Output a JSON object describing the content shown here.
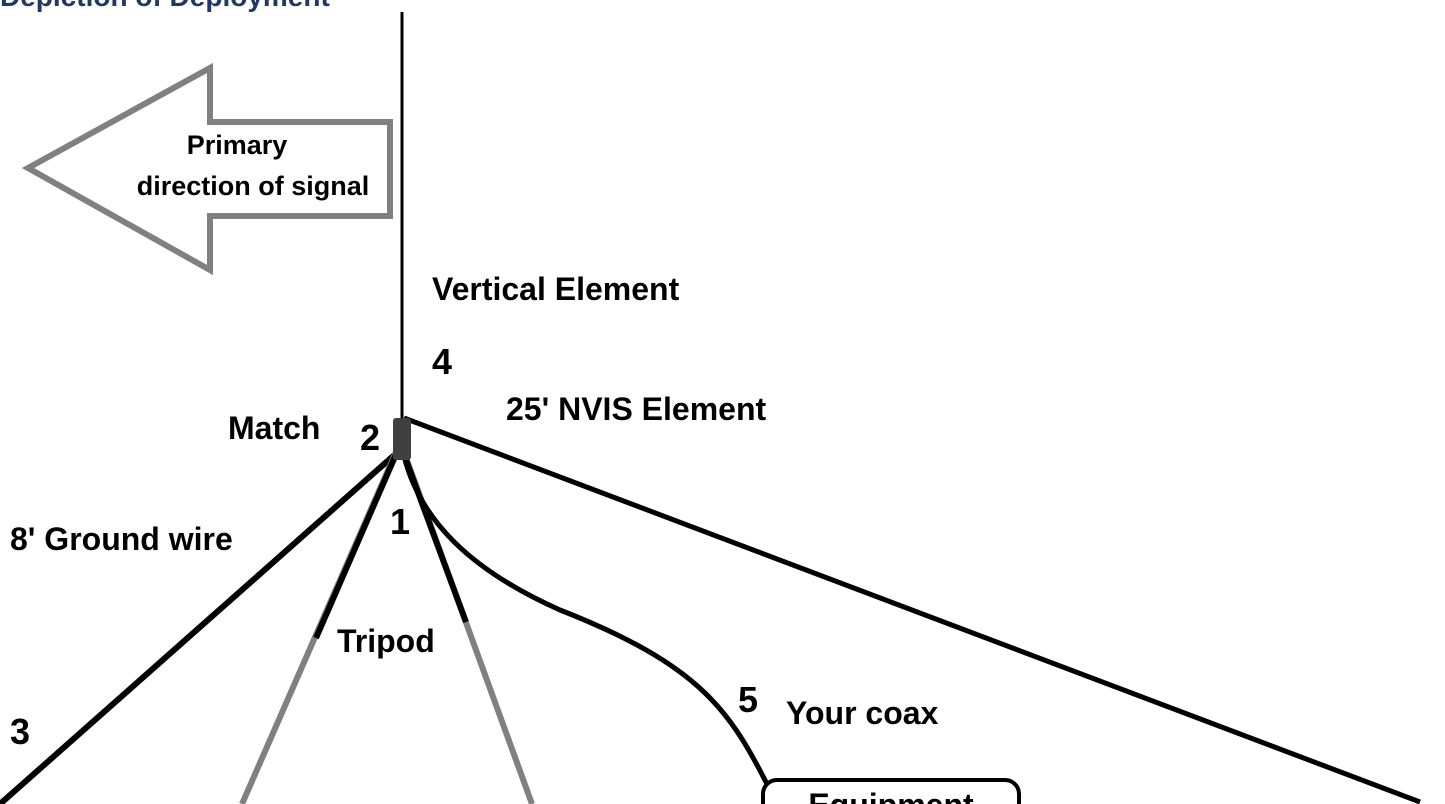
{
  "title": "Depiction of Deployment",
  "arrow": {
    "line1": "Primary",
    "line2": "direction of signal"
  },
  "labels": {
    "vertical_element": "Vertical Element",
    "num_4": "4",
    "nvis_element": "25' NVIS Element",
    "match": "Match",
    "num_2": "2",
    "ground_wire": "8' Ground wire",
    "num_1": "1",
    "tripod": "Tripod",
    "num_3": "3",
    "num_5": "5",
    "coax": "Your coax",
    "equipment": "Equipment"
  },
  "colors": {
    "wire": "#000000",
    "tripod_leg": "#808080",
    "arrow_outline": "#808080",
    "match_box": "#404040",
    "title": "#1f3864"
  }
}
